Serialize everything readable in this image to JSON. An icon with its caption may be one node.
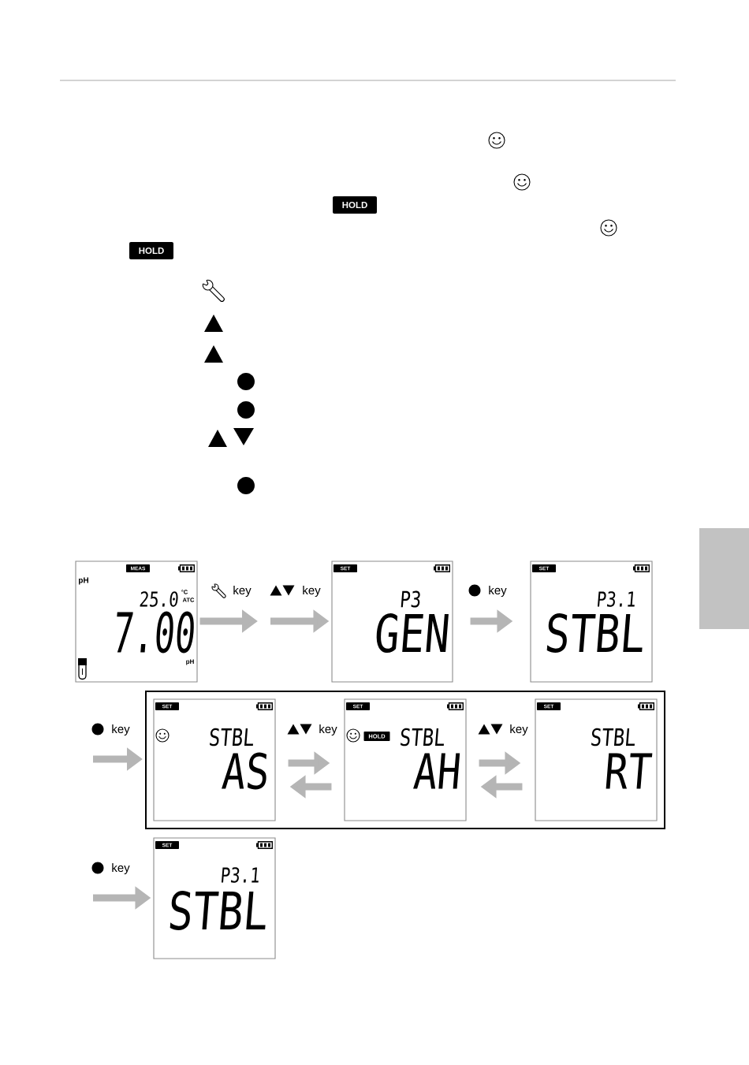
{
  "diagram": {
    "nodes": [
      {
        "text": [],
        "shape": "box"
      },
      {
        "text": [
          "MEAS",
          "pH",
          "25.0",
          "°C",
          "ATC",
          "7.00",
          "pH"
        ]
      },
      {
        "text": [
          "SET",
          "P3",
          "GEN"
        ]
      },
      {
        "text": [
          "SET",
          "P3.1",
          "STBL"
        ]
      },
      {
        "text": [],
        "shape": "box"
      },
      {
        "text": [
          "SET",
          "STBL",
          "AS"
        ],
        "in": 4
      },
      {
        "text": [
          "SET",
          "HOLD",
          "STBL",
          "AH"
        ],
        "in": 4
      },
      {
        "text": [
          "SET",
          "STBL",
          "RT"
        ],
        "in": 4
      },
      {
        "text": [
          "SET",
          "P3.1",
          "STBL"
        ]
      }
    ],
    "edges": [
      {
        "from": 1,
        "to": null,
        "arrow": "to",
        "label": "key"
      },
      {
        "from": null,
        "to": 2,
        "arrow": "to",
        "label": "key"
      },
      {
        "from": 2,
        "to": 3,
        "arrow": "to",
        "label": "key"
      },
      {
        "from": null,
        "to": 4,
        "arrow": "to",
        "label": "key"
      },
      {
        "from": 5,
        "to": 6,
        "arrow": "to",
        "label": "key"
      },
      {
        "from": 6,
        "to": 5,
        "arrow": "to"
      },
      {
        "from": 6,
        "to": 7,
        "arrow": "to",
        "label": "key"
      },
      {
        "from": 7,
        "to": 6,
        "arrow": "to"
      },
      {
        "from": null,
        "to": 8,
        "arrow": "to",
        "label": "key"
      }
    ],
    "labels": [
      "HOLD",
      "HOLD"
    ]
  }
}
